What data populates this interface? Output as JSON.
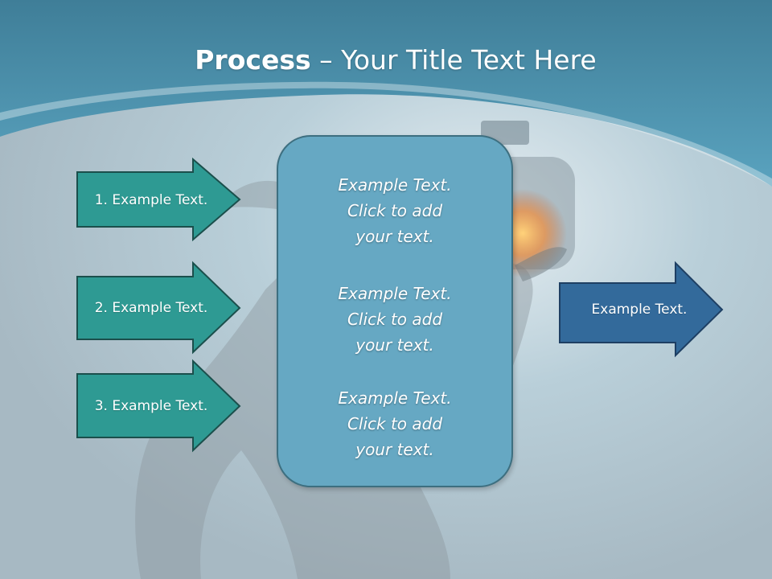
{
  "title": {
    "bold": "Process",
    "rest": " – Your Title Text Here"
  },
  "inputs": [
    {
      "label": "1. Example Text."
    },
    {
      "label": "2. Example Text."
    },
    {
      "label": "3. Example Text."
    }
  ],
  "center": {
    "blocks": [
      {
        "lines": [
          "Example Text.",
          "Click  to add",
          "your text."
        ]
      },
      {
        "lines": [
          "Example Text.",
          "Click  to add",
          "your text."
        ]
      },
      {
        "lines": [
          "Example Text.",
          "Click  to add",
          "your text."
        ]
      }
    ]
  },
  "output": {
    "label": "Example Text."
  },
  "colors": {
    "header": "#4a8fa8",
    "input_arrow_fill": "#2e9a93",
    "input_arrow_stroke": "#1b4f4c",
    "center_fill": "#66a8c3",
    "output_arrow_fill": "#336a9b",
    "output_arrow_stroke": "#1e3f63"
  }
}
